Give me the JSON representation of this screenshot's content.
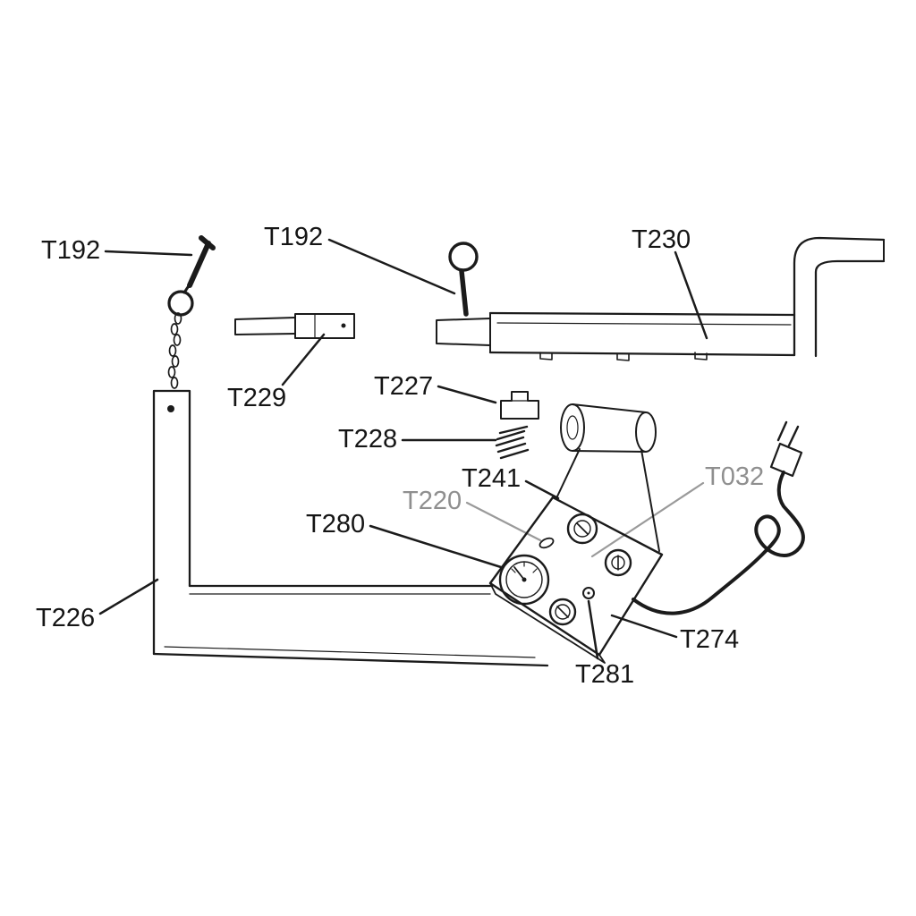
{
  "diagram": {
    "type": "exploded-parts-diagram",
    "background_color": "#ffffff",
    "line_color": "#1b1b1b",
    "muted_color": "#8f8f8f",
    "labels": [
      {
        "id": "t192-left",
        "text": "T192",
        "muted": false
      },
      {
        "id": "t192-middle",
        "text": "T192",
        "muted": false
      },
      {
        "id": "t230",
        "text": "T230",
        "muted": false
      },
      {
        "id": "t229",
        "text": "T229",
        "muted": false
      },
      {
        "id": "t227",
        "text": "T227",
        "muted": false
      },
      {
        "id": "t228",
        "text": "T228",
        "muted": false
      },
      {
        "id": "t241",
        "text": "T241",
        "muted": false
      },
      {
        "id": "t220",
        "text": "T220",
        "muted": true
      },
      {
        "id": "t032",
        "text": "T032",
        "muted": true
      },
      {
        "id": "t280",
        "text": "T280",
        "muted": false
      },
      {
        "id": "t226",
        "text": "T226",
        "muted": false
      },
      {
        "id": "t274",
        "text": "T274",
        "muted": false
      },
      {
        "id": "t281",
        "text": "T281",
        "muted": false
      }
    ]
  }
}
